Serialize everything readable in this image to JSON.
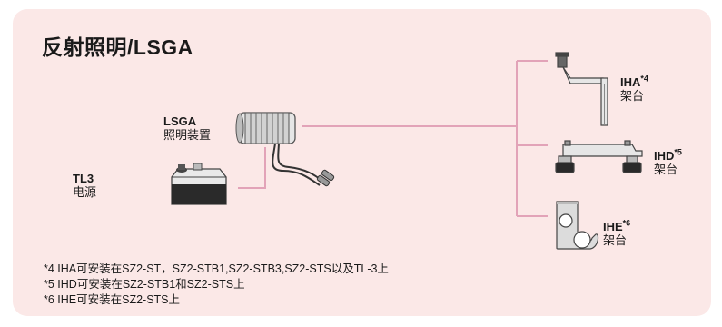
{
  "title": "反射照明/LSGA",
  "components": {
    "lsga": {
      "name": "LSGA",
      "desc": "照明装置"
    },
    "tl3": {
      "name": "TL3",
      "desc": "电源"
    }
  },
  "stands": [
    {
      "name": "IHA",
      "ref": "*4",
      "desc": "架台"
    },
    {
      "name": "IHD",
      "ref": "*5",
      "desc": "架台"
    },
    {
      "name": "IHE",
      "ref": "*6",
      "desc": "架台"
    }
  ],
  "footnotes": [
    "*4 IHA可安装在SZ2-ST，SZ2-STB1,SZ2-STB3,SZ2-STS以及TL-3上",
    "*5 IHD可安装在SZ2-STB1和SZ2-STS上",
    "*6 IHE可安装在SZ2-STS上"
  ],
  "colors": {
    "panel_bg": "#fbe8e7",
    "connector_line": "#e2a3b8"
  }
}
